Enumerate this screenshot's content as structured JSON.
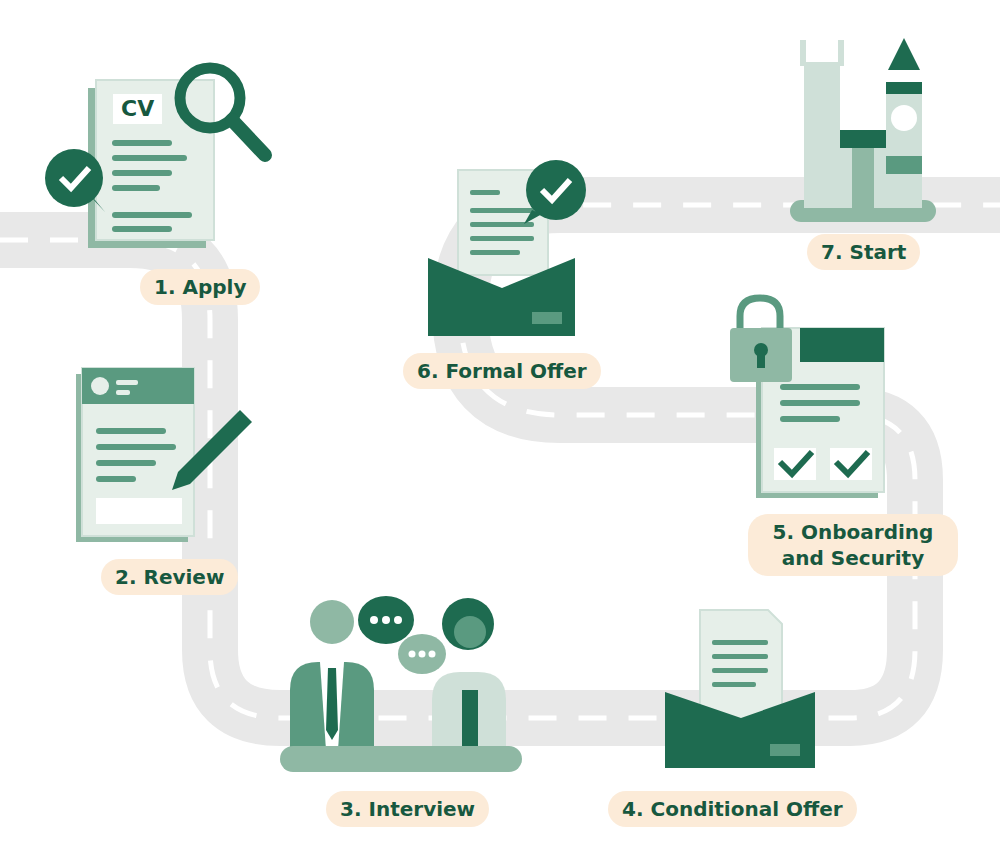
{
  "diagram": {
    "nodes": [
      {
        "text": [
          "1. Apply"
        ]
      },
      {
        "text": [
          "2. Review"
        ]
      },
      {
        "text": [
          "3. Interview"
        ]
      },
      {
        "text": [
          "4. Conditional Offer"
        ]
      },
      {
        "text": [
          "5. Onboarding and Security"
        ]
      },
      {
        "text": [
          "6. Formal Offer"
        ]
      },
      {
        "text": [
          "7. Start"
        ]
      }
    ],
    "labels": [
      "CV"
    ]
  }
}
